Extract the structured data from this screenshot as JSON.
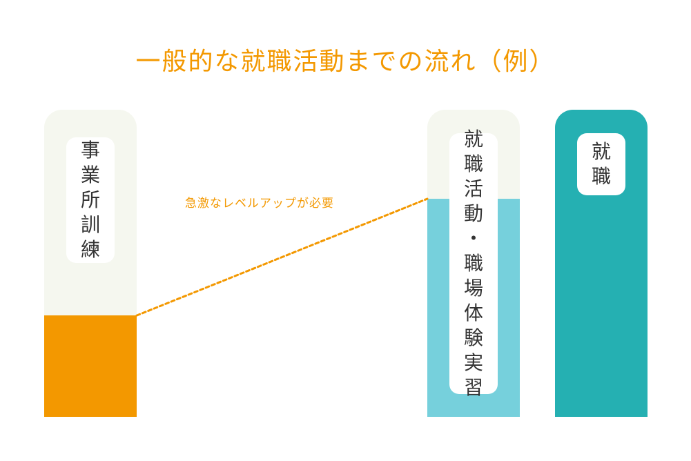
{
  "title": "一般的な就職活動までの流れ（例）",
  "annotation": "急激なレベルアップが必要",
  "colors": {
    "title": "#f39800",
    "annotation": "#f39800",
    "column_background": "#f5f7ef",
    "training_fill": "#f39800",
    "activity_fill": "#76d0dc",
    "employment_fill": "#25b0b2",
    "connector": "#f39800",
    "label_text": "#333333"
  },
  "columns": [
    {
      "label": "事業所訓練",
      "level": 0.33
    },
    {
      "label": "就職活動・職場体験実習",
      "level": 0.71
    },
    {
      "label": "就職",
      "level": 1.0
    }
  ]
}
